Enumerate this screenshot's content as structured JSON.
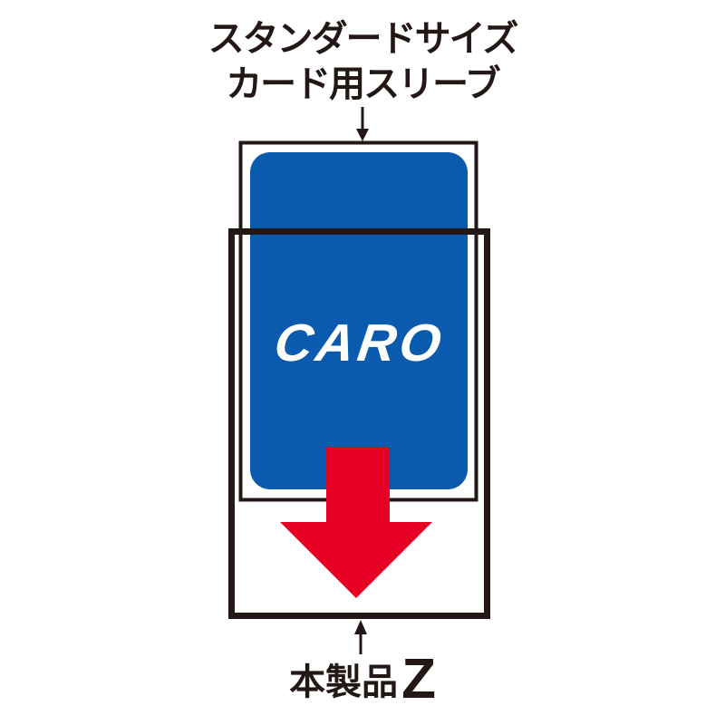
{
  "top_label": {
    "line1": "スタンダードサイズ",
    "line2": "カード用スリーブ"
  },
  "card": {
    "logo_text": "CARO"
  },
  "bottom_label": {
    "text": "本製品",
    "suffix": "Z"
  },
  "colors": {
    "outline": "#231815",
    "card_blue": "#0a5aad",
    "arrow_red": "#e60026",
    "logo_white": "#ffffff"
  }
}
